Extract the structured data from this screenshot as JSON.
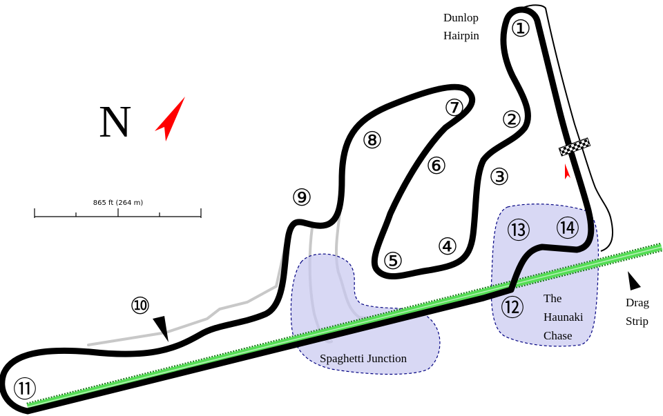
{
  "compass": {
    "letter": "N",
    "arrow_color": "#ff0000"
  },
  "scale_bar": {
    "label": "865 ft (264 m)"
  },
  "labels": {
    "dunlop_line1": "Dunlop",
    "dunlop_line2": "Hairpin",
    "haunaki_line1": "The",
    "haunaki_line2": "Haunaki",
    "haunaki_line3": "Chase",
    "spaghetti": "Spaghetti Junction",
    "drag_line1": "Drag",
    "drag_line2": "Strip"
  },
  "turns": [
    "①",
    "②",
    "③",
    "④",
    "⑤",
    "⑥",
    "⑦",
    "⑧",
    "⑨",
    "⑩",
    "⑪",
    "⑫",
    "⑬",
    "⑭"
  ],
  "colors": {
    "track": "#000000",
    "old_track": "#c8c8c8",
    "zone_fill": "#c8c8f0",
    "zone_stroke": "#000080",
    "drag_strip": "#44cc44",
    "start_arrow": "#ff0000"
  }
}
